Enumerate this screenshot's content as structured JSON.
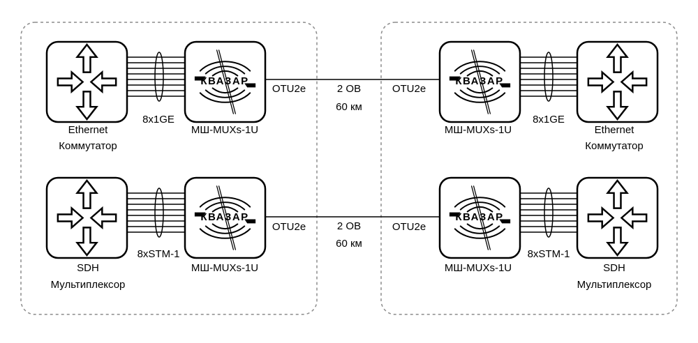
{
  "left_site": {
    "switch": {
      "line1": "Ethernet",
      "line2": "Коммутатор"
    },
    "sdh": {
      "line1": "SDH",
      "line2": "Мультиплексор"
    },
    "mux_top": {
      "logo": "КВАЗАР",
      "label": "МШ-MUXs-1U",
      "port": "OTU2e"
    },
    "mux_bottom": {
      "logo": "КВАЗАР",
      "label": "МШ-MUXs-1U",
      "port": "OTU2e"
    },
    "bundle_top": "8x1GE",
    "bundle_bottom": "8xSTM-1"
  },
  "right_site": {
    "switch": {
      "line1": "Ethernet",
      "line2": "Коммутатор"
    },
    "sdh": {
      "line1": "SDH",
      "line2": "Мультиплексор"
    },
    "mux_top": {
      "logo": "КВАЗАР",
      "label": "МШ-MUXs-1U",
      "port": "OTU2e"
    },
    "mux_bottom": {
      "logo": "КВАЗАР",
      "label": "МШ-MUXs-1U",
      "port": "OTU2e"
    },
    "bundle_top": "8x1GE",
    "bundle_bottom": "8xSTM-1"
  },
  "link_top": {
    "fibers": "2 ОВ",
    "distance": "60 км"
  },
  "link_bottom": {
    "fibers": "2 ОВ",
    "distance": "60 км"
  },
  "colors": {
    "stroke": "#000000",
    "site_border": "#8c8c8c",
    "background": "#ffffff"
  },
  "icons": {
    "switch_top_left": "four-way-arrow-icon",
    "sdh_left": "four-way-arrow-icon",
    "switch_top_right": "four-way-arrow-icon",
    "sdh_right": "four-way-arrow-icon",
    "mux_logo": "kvazar-logo"
  }
}
